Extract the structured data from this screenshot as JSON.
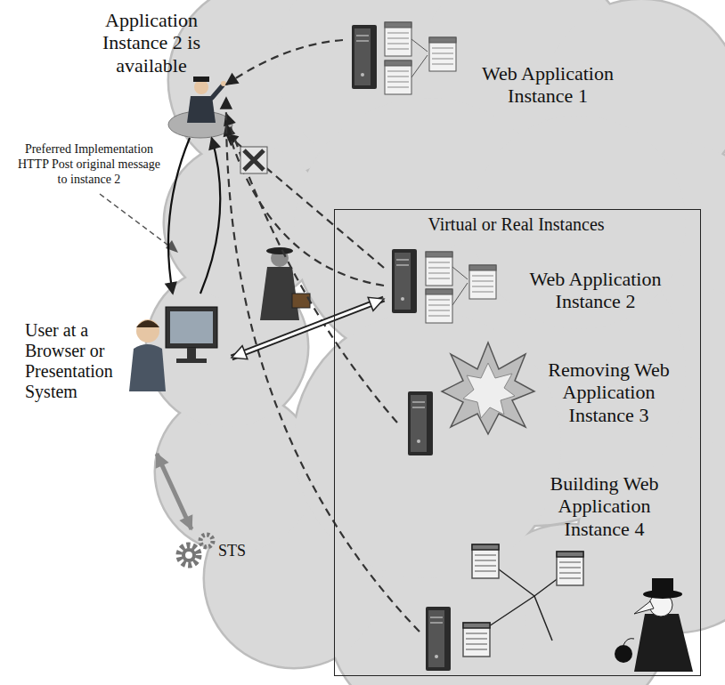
{
  "diagram": {
    "nodes": [
      {
        "text": [
          "Application Instance 2 is available"
        ]
      },
      {
        "text": [
          "Web Application Instance 1"
        ]
      },
      {
        "text": [
          "Virtual or Real Instances"
        ]
      },
      {
        "text": [
          "Web Application Instance 2"
        ],
        "in": 2
      },
      {
        "text": [
          "Removing Web Application Instance 3"
        ],
        "in": 2
      },
      {
        "text": [
          "Building Web Application Instance 4"
        ],
        "in": 2
      },
      {
        "text": [
          "User at a Browser or Presentation System"
        ]
      },
      {
        "text": [
          "STS"
        ]
      }
    ],
    "edges": [
      {
        "from": 1,
        "to": 0,
        "arrow": "to"
      },
      {
        "from": 3,
        "to": 0,
        "arrow": "to"
      },
      {
        "from": 3,
        "to": 0,
        "arrow": "to"
      },
      {
        "from": 4,
        "to": 0,
        "arrow": "to"
      },
      {
        "from": 5,
        "to": 0,
        "arrow": "to"
      },
      {
        "from": 6,
        "to": 0,
        "arrow": "to"
      },
      {
        "from": 0,
        "to": 6,
        "arrow": "to"
      },
      {
        "from": 6,
        "to": 3,
        "arrow": "both"
      },
      {
        "from": 7,
        "to": 6,
        "arrow": "both"
      }
    ],
    "labels": [
      "Preferred Implementation HTTP Post original message to instance 2"
    ]
  }
}
